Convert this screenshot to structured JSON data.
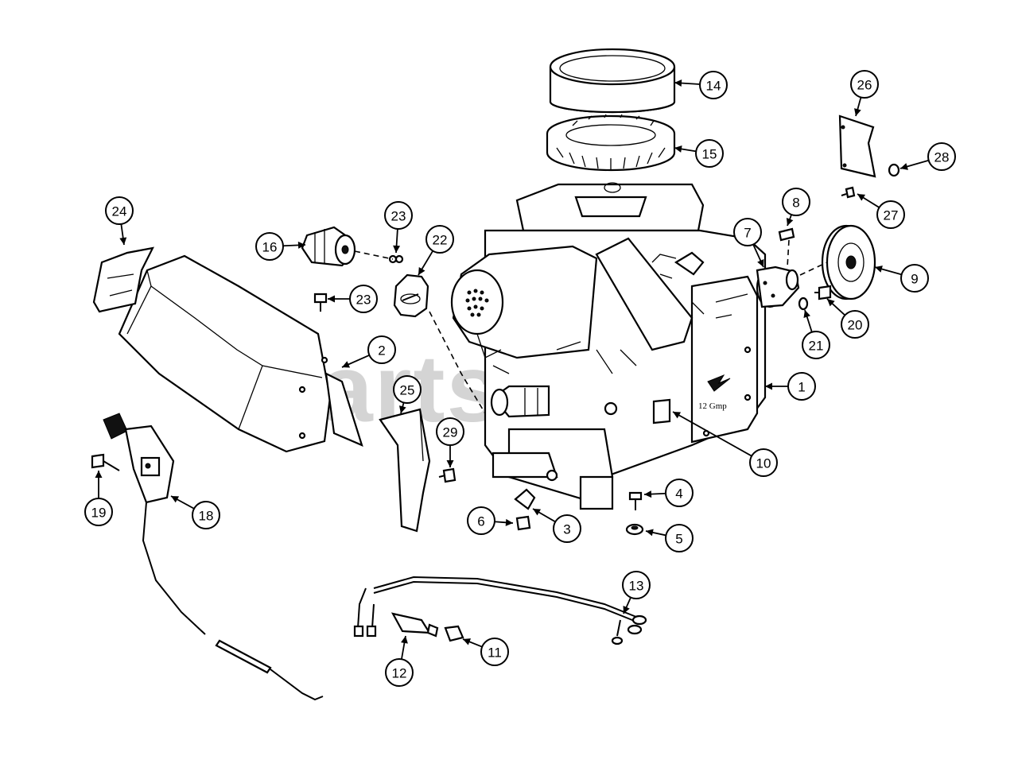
{
  "watermark": "PartsTree",
  "callouts": [
    {
      "label": "1"
    },
    {
      "label": "2"
    },
    {
      "label": "3"
    },
    {
      "label": "4"
    },
    {
      "label": "5"
    },
    {
      "label": "6"
    },
    {
      "label": "7"
    },
    {
      "label": "8"
    },
    {
      "label": "9"
    },
    {
      "label": "10"
    },
    {
      "label": "11"
    },
    {
      "label": "12"
    },
    {
      "label": "13"
    },
    {
      "label": "14"
    },
    {
      "label": "15"
    },
    {
      "label": "16"
    },
    {
      "label": "18"
    },
    {
      "label": "19"
    },
    {
      "label": "20"
    },
    {
      "label": "21"
    },
    {
      "label": "22"
    },
    {
      "label": "23"
    },
    {
      "label": "23"
    },
    {
      "label": "24"
    },
    {
      "label": "25"
    },
    {
      "label": "26"
    },
    {
      "label": "27"
    },
    {
      "label": "28"
    },
    {
      "label": "29"
    }
  ]
}
